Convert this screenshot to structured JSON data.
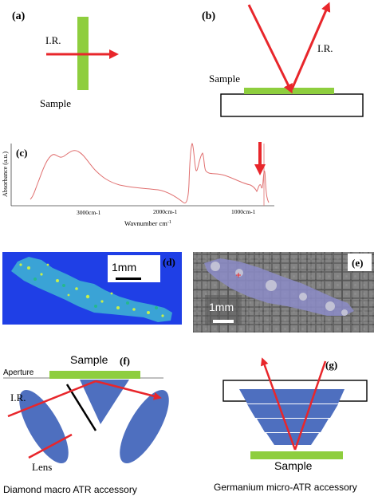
{
  "panels": {
    "a": {
      "label": "(a)",
      "ir_label": "I.R.",
      "sample_label": "Sample"
    },
    "b": {
      "label": "(b)",
      "ir_label": "I.R.",
      "sample_label": "Sample"
    },
    "c": {
      "label": "(c)",
      "ylabel": "Absorbance (a.u.)",
      "xlabel": "Wavnumber   cm",
      "xlabel_sup": "-1",
      "ticks": [
        "3000cm-1",
        "2000cm-1",
        "1000cm-1"
      ]
    },
    "d": {
      "label": "(d)",
      "scale_label": "1mm"
    },
    "e": {
      "label": "(e)",
      "scale_label": "1mm"
    },
    "f": {
      "label": "(f)",
      "sample_label": "Sample",
      "aperture_label": "Aperture",
      "ir_label": "I.R.",
      "lens_label": "Lens",
      "caption": "Diamond macro ATR accessory"
    },
    "g": {
      "label": "(g)",
      "sample_label": "Sample",
      "caption": "Germanium micro-ATR accessory"
    }
  },
  "colors": {
    "ir_arrow": "#e8262b",
    "sample_bar": "#8ece3e",
    "spectrum_line": "#e07070",
    "lens_fill": "#4e6fbf",
    "map_bg": "#1f3fe6",
    "mosaic_bg": "#5a5a5a"
  }
}
